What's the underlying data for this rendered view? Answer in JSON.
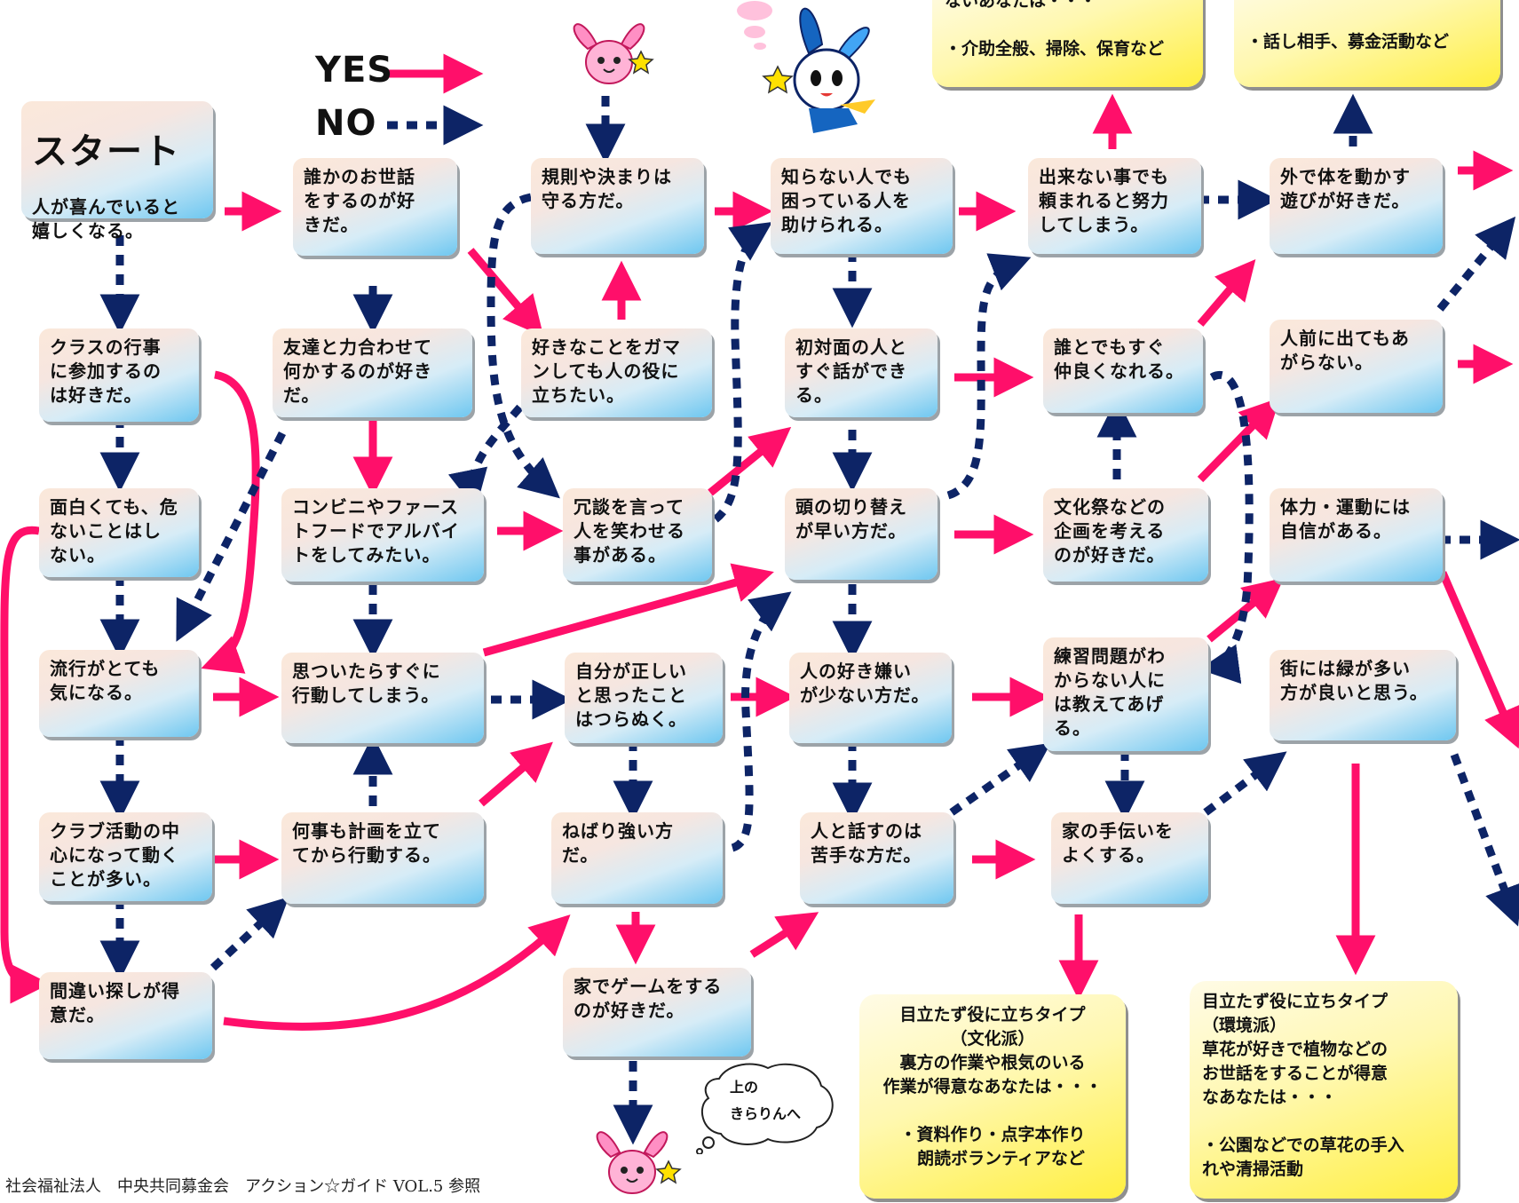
{
  "legend": {
    "yes_label": "YES",
    "no_label": "NO"
  },
  "colors": {
    "yes_arrow": "#ff0f6a",
    "no_arrow": "#0d2466",
    "node_gradient": [
      "#fbe8da",
      "#6ec7f0"
    ],
    "result_gradient": [
      "#fffbe6",
      "#ffef40"
    ]
  },
  "start": {
    "title": "スタート",
    "text": "人が喜んでいると\n嬉しくなる。"
  },
  "nodes": {
    "n_class": "クラスの行事\nに参加するの\nは好きだ。",
    "n_risk": "面白くても、危\nないことはし\nない。",
    "n_trend": "流行がとても\n気になる。",
    "n_club": "クラブ活動の中\n心になって動く\nことが多い。",
    "n_mistake": "間違い探しが得\n意だ。",
    "n_care": "誰かのお世話\nをするのが好\nきだ。",
    "n_friends": "友達と力合わせて\n何かするのが好き\nだ。",
    "n_conbini": "コンビニやファース\nトフードでアルバイ\nトをしてみたい。",
    "n_impulse": "思ついたらすぐに\n行動してしまう。",
    "n_plan": "何事も計画を立て\nてから行動する。",
    "n_rules": "規則や決まりは\n守る方だ。",
    "n_patience": "好きなことをガマ\nンしても人の役に\n立ちたい。",
    "n_joke": "冗談を言って\n人を笑わせる\n事がある。",
    "n_right": "自分が正しい\nと思ったこと\nはつらぬく。",
    "n_tenacious": "ねばり強い方\nだ。",
    "n_game": "家でゲームをする\nのが好きだ。",
    "n_stranger": "知らない人でも\n困っている人を\n助けられる。",
    "n_firstmeet": "初対面の人と\nすぐ話ができ\nる。",
    "n_switch": "頭の切り替え\nが早い方だ。",
    "n_likes": "人の好き嫌い\nが少ない方だ。",
    "n_talk": "人と話すのは\n苦手な方だ。",
    "n_effort": "出来ない事でも\n頼まれると努力\nしてしまう。",
    "n_anyone": "誰とでもすぐ\n仲良くなれる。",
    "n_festival": "文化祭などの\n企画を考える\nのが好きだ。",
    "n_teach": "練習問題がわ\nからない人に\nは教えてあげ\nる。",
    "n_chores": "家の手伝いを\nよくする。",
    "n_outdoor": "外で体を動かす\n遊びが好きだ。",
    "n_stage": "人前に出てもあ\nがらない。",
    "n_fitness": "体力・運動には\n自信がある。",
    "n_green": "街には緑が多い\n方が良いと思う。"
  },
  "results": {
    "r_care_top": "ないあなたは・・・\n\n・介助全般、掃除、保育など",
    "r_talk_top": "・話し相手、募金活動など",
    "r_culture": "目立たず役に立ちタイプ\n（文化派）\n裏方の作業や根気のいる\n作業が得意なあなたは・・・\n\n・資料作り・点字本作り\n　朗読ボランティアなど",
    "r_environment": "目立たず役に立ちタイプ\n（環境派）\n草花が好きで植物などの\nお世話をすることが得意\nなあなたは・・・\n\n・公園などでの草花の手入\nれや清掃活動"
  },
  "bubble": {
    "text": "上の\nきらりんへ"
  },
  "footer": {
    "text": "社会福祉法人　中央共同募金会　アクション☆ガイド VOL.5 参照"
  },
  "icons": [
    "pink-mascot-icon",
    "blue-mascot-icon",
    "thought-bubble-icon"
  ]
}
